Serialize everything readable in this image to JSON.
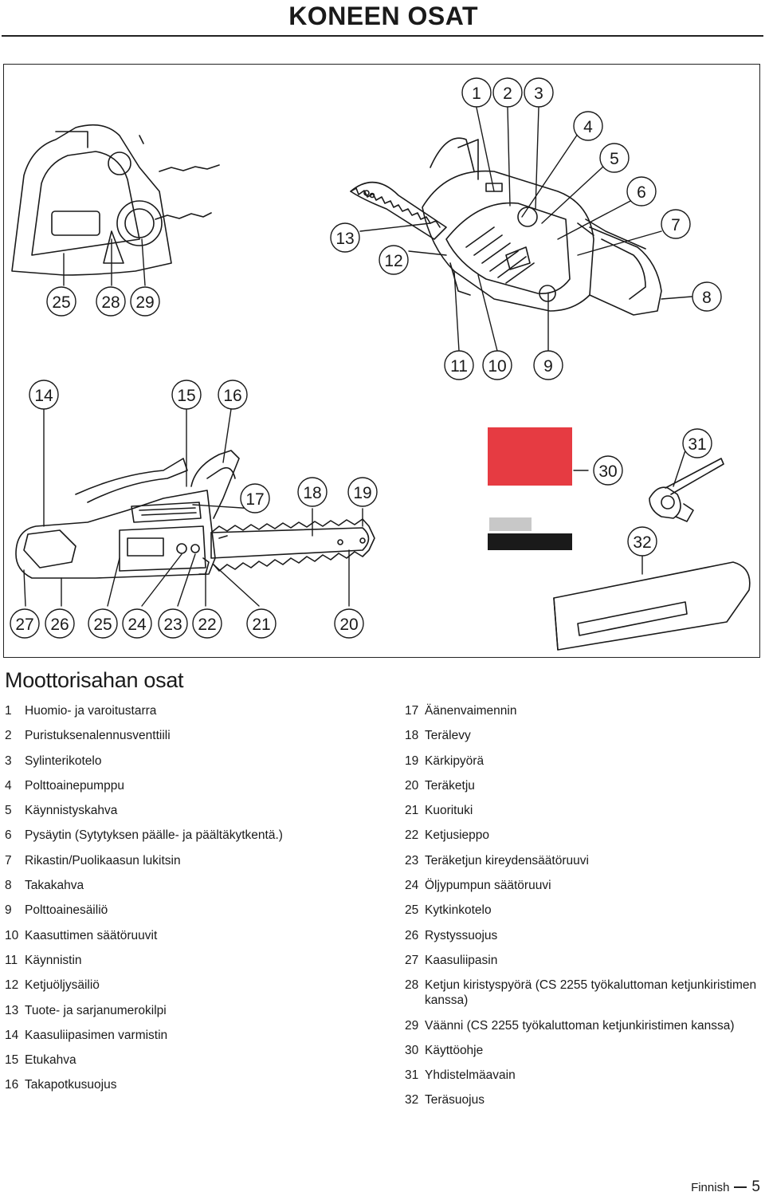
{
  "header": {
    "title": "KONEEN OSAT"
  },
  "figure": {
    "callouts": [
      "1",
      "2",
      "3",
      "4",
      "5",
      "6",
      "7",
      "8",
      "9",
      "10",
      "11",
      "12",
      "13",
      "14",
      "15",
      "16",
      "17",
      "18",
      "19",
      "20",
      "21",
      "22",
      "23",
      "24",
      "25",
      "26",
      "27",
      "28",
      "29",
      "30",
      "31",
      "32"
    ],
    "callout_25_top": "25",
    "manual_colors": {
      "band": "#e63b42",
      "footer_bar": "#1a1a1a",
      "swatch": "#c8c8c8"
    }
  },
  "section": {
    "heading": "Moottorisahan osat"
  },
  "parts_left": [
    {
      "num": "1",
      "label": "Huomio- ja varoitustarra"
    },
    {
      "num": "2",
      "label": "Puristuksenalennusventtiili"
    },
    {
      "num": "3",
      "label": "Sylinterikotelo"
    },
    {
      "num": "4",
      "label": "Polttoainepumppu"
    },
    {
      "num": "5",
      "label": "Käynnistyskahva"
    },
    {
      "num": "6",
      "label": "Pysäytin (Sytytyksen päälle- ja päältäkytkentä.)"
    },
    {
      "num": "7",
      "label": "Rikastin/Puolikaasun lukitsin"
    },
    {
      "num": "8",
      "label": "Takakahva"
    },
    {
      "num": "9",
      "label": "Polttoainesäiliö"
    },
    {
      "num": "10",
      "label": "Kaasuttimen säätöruuvit"
    },
    {
      "num": "11",
      "label": "Käynnistin"
    },
    {
      "num": "12",
      "label": "Ketjuöljysäiliö"
    },
    {
      "num": "13",
      "label": "Tuote- ja sarjanumerokilpi"
    },
    {
      "num": "14",
      "label": "Kaasuliipasimen varmistin"
    },
    {
      "num": "15",
      "label": "Etukahva"
    },
    {
      "num": "16",
      "label": "Takapotkusuojus"
    }
  ],
  "parts_right": [
    {
      "num": "17",
      "label": "Äänenvaimennin"
    },
    {
      "num": "18",
      "label": "Terälevy"
    },
    {
      "num": "19",
      "label": "Kärkipyörä"
    },
    {
      "num": "20",
      "label": "Teräketju"
    },
    {
      "num": "21",
      "label": "Kuorituki"
    },
    {
      "num": "22",
      "label": "Ketjusieppo"
    },
    {
      "num": "23",
      "label": "Teräketjun kireydensäätöruuvi"
    },
    {
      "num": "24",
      "label": "Öljypumpun säätöruuvi"
    },
    {
      "num": "25",
      "label": "Kytkinkotelo"
    },
    {
      "num": "26",
      "label": "Rystyssuojus"
    },
    {
      "num": "27",
      "label": "Kaasuliipasin"
    },
    {
      "num": "28",
      "label": "Ketjun kiristyspyörä (CS 2255 työkaluttoman ketjunkiristimen kanssa)"
    },
    {
      "num": "29",
      "label": "Väänni (CS 2255 työkaluttoman ketjunkiristimen kanssa)"
    },
    {
      "num": "30",
      "label": "Käyttöohje"
    },
    {
      "num": "31",
      "label": "Yhdistelmäavain"
    },
    {
      "num": "32",
      "label": "Teräsuojus"
    }
  ],
  "footer": {
    "language": "Finnish",
    "page": "5"
  }
}
